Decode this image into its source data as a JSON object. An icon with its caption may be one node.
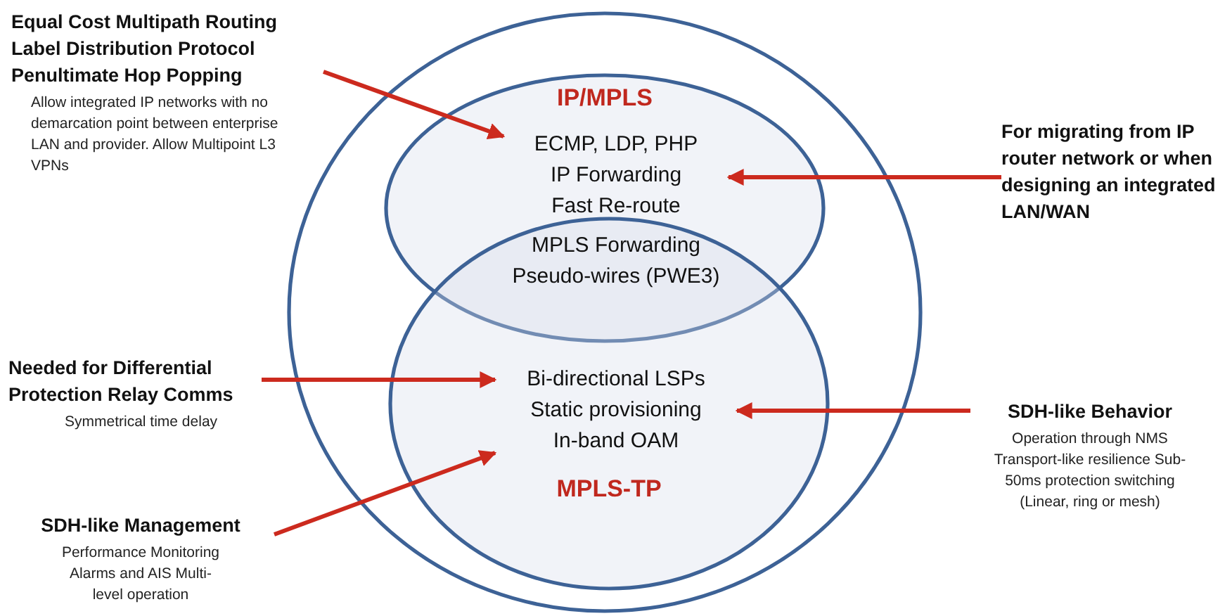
{
  "diagram": {
    "nodes": [
      {
        "text": [],
        "shape": "ellipse"
      },
      {
        "text": [
          "IP/MPLS"
        ],
        "in": 0
      },
      {
        "text": [
          "ECMP, LDP, PHP IP Forwarding Fast Re-route"
        ],
        "in": 1
      },
      {
        "text": [
          "MPLS-TP"
        ],
        "in": 0
      },
      {
        "text": [
          "Bi-directional LSPs Static provisioning In-band OAM"
        ],
        "in": 3
      },
      {
        "text": [
          "Equal Cost Multipath Routing Label Distribution Protocol Penultimate Hop Popping",
          "Allow integrated IP networks with no demarcation point between enterprise LAN and provider. Allow Multipoint L3 VPNs"
        ]
      },
      {
        "text": [
          "For migrating from IP router network or when designing an integrated LAN/WAN"
        ]
      },
      {
        "text": [
          "Needed for Differential Protection Relay Comms",
          "Symmetrical time delay"
        ]
      },
      {
        "text": [
          "SDH-like Behavior",
          "Operation through NMS Transport-like resilience Sub-50ms protection switching (Linear, ring or mesh)"
        ]
      },
      {
        "text": [
          "SDH-like Management",
          "Performance Monitoring Alarms and AIS Multi-level operation"
        ]
      }
    ],
    "edges": [
      {
        "from": 5,
        "to": 2,
        "arrow": "to"
      },
      {
        "from": 6,
        "to": 2,
        "arrow": "to"
      },
      {
        "from": 7,
        "to": 4,
        "arrow": "to"
      },
      {
        "from": 8,
        "to": 4,
        "arrow": "to"
      },
      {
        "from": 9,
        "to": 4,
        "arrow": "to"
      }
    ],
    "labels": [
      "MPLS Forwarding Pseudo-wires (PWE3)"
    ]
  }
}
